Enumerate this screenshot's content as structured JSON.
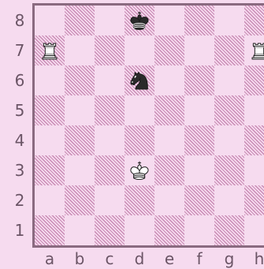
{
  "ranks": [
    "8",
    "7",
    "6",
    "5",
    "4",
    "3",
    "2",
    "1"
  ],
  "files": [
    "a",
    "b",
    "c",
    "d",
    "e",
    "f",
    "g",
    "h"
  ],
  "pieces": [
    {
      "square": "d8",
      "color": "black",
      "type": "king",
      "icon": "black-king-icon"
    },
    {
      "square": "a7",
      "color": "white",
      "type": "rook",
      "icon": "white-rook-icon"
    },
    {
      "square": "h7",
      "color": "white",
      "type": "rook",
      "icon": "white-rook-icon"
    },
    {
      "square": "d6",
      "color": "black",
      "type": "knight",
      "icon": "black-knight-icon"
    },
    {
      "square": "d3",
      "color": "white",
      "type": "king",
      "icon": "white-king-icon"
    }
  ],
  "colors": {
    "background": "#f6dbef",
    "hatch": "#c98ab4",
    "border": "#8a6a80",
    "labels": "#6b5566"
  }
}
